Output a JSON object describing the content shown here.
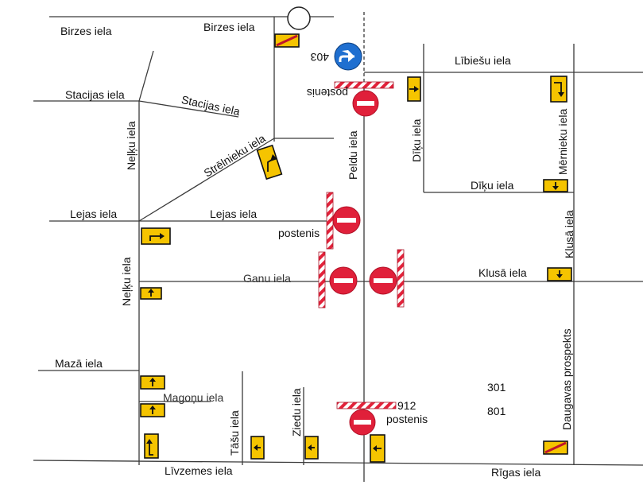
{
  "streets": {
    "birzes_left": "Birzes iela",
    "birzes_right": "Birzes iela",
    "stacijas_left": "Stacijas iela",
    "stacijas_diag": "Stacijas iela",
    "strelnieku": "Strēlnieku iela",
    "nelku_top": "Neļķu iela",
    "nelku_bottom": "Neļķu iela",
    "lejas_left": "Lejas iela",
    "lejas_right": "Lejas iela",
    "ganu": "Ganu iela",
    "maza": "Mazā iela",
    "magonu": "Magoņu iela",
    "tasu": "Tāšu iela",
    "ziedu": "Ziedu iela",
    "livzemes": "Līvzemes iela",
    "rigas": "Rīgas iela",
    "peldu": "Peldu iela",
    "libiesu": "Lībiešu iela",
    "diku_vertical": "Dīķu iela",
    "diku_horizontal": "Dīķu iela",
    "mernieku": "Mērnieku iela",
    "klusa_vertical": "Klusā iela",
    "klusa_horizontal": "Klusā iela",
    "daugavas": "Daugavas prospekts"
  },
  "markers": {
    "postenis_top": "postenis",
    "postenis_mid": "postenis",
    "postenis_bottom": "postenis",
    "num_403": "403",
    "num_912": "912",
    "num_301": "301",
    "num_801": "801"
  },
  "icons": {
    "no_entry": "no-entry-sign",
    "barrier": "road-barrier",
    "one_way": "one-way-arrow-sign",
    "turn_right": "turn-right-sign",
    "mandatory_turn": "keep-right-blue-sign",
    "roundabout": "roundabout-circle",
    "end_restriction": "end-restriction-sign"
  },
  "colors": {
    "sign_yellow": "#f5c400",
    "no_entry_red": "#e0203a",
    "barrier_red": "#e2223a",
    "mandatory_blue": "#1f6fd0",
    "road_line": "#3a3a3a"
  }
}
